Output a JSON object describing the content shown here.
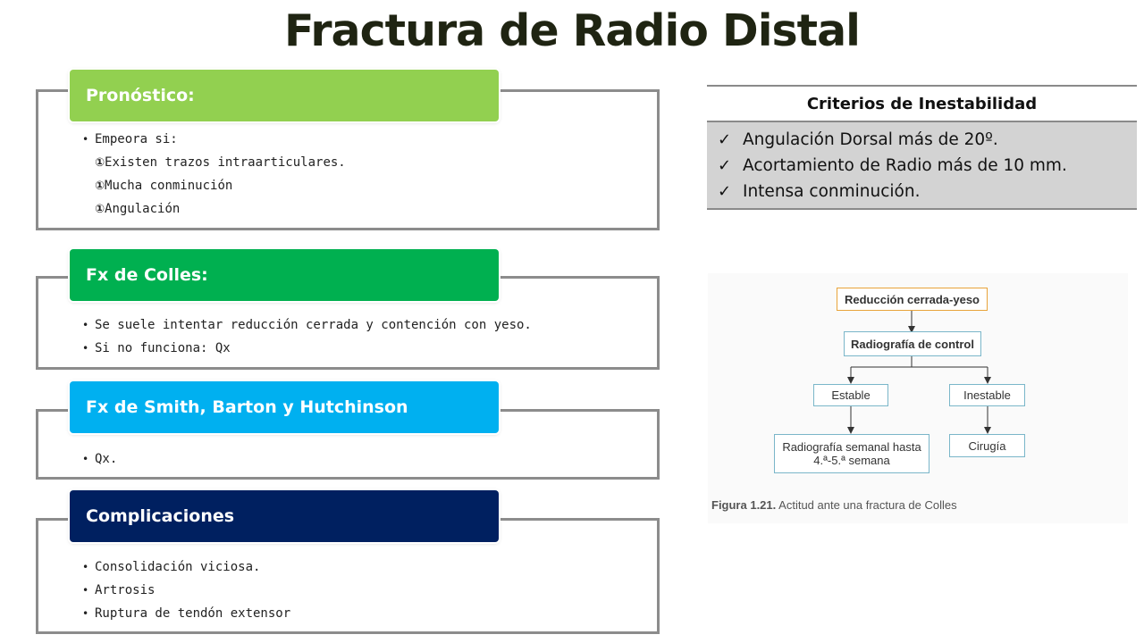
{
  "title": "Fractura de Radio Distal",
  "sections": {
    "pronostico": {
      "header": "Pronóstico:",
      "color": "#92d050",
      "bullet": "Empeora si:",
      "subitems": [
        {
          "mark": "①",
          "text": "Existen trazos intraarticulares."
        },
        {
          "mark": "①",
          "text": "Mucha conminución"
        },
        {
          "mark": "①",
          "text": "Angulación"
        }
      ]
    },
    "colles": {
      "header": "Fx de Colles:",
      "color": "#00b050",
      "items": [
        "Se suele intentar reducción cerrada y contención con yeso.",
        "Si no funciona: Qx"
      ]
    },
    "smith": {
      "header": "Fx de Smith, Barton y Hutchinson",
      "color": "#00b0f0",
      "items": [
        "Qx."
      ]
    },
    "complicaciones": {
      "header": "Complicaciones",
      "color": "#002060",
      "items": [
        "Consolidación viciosa.",
        "Artrosis",
        "Ruptura de tendón extensor"
      ]
    }
  },
  "criterios": {
    "title": "Criterios de Inestabilidad",
    "check_icon": "✓",
    "items": [
      "Angulación Dorsal más de 20º.",
      "Acortamiento de Radio más de 10 mm.",
      "Intensa conminución."
    ]
  },
  "flowchart": {
    "reduccion": "Reducción cerrada-yeso",
    "radiografia": "Radiografía de control",
    "estable": "Estable",
    "inestable": "Inestable",
    "semanal": "Radiografía semanal hasta 4.ª-5.ª semana",
    "cirugia": "Cirugía",
    "caption_label": "Figura 1.21.",
    "caption_text": "Actitud ante una fractura de Colles",
    "accent_color": "#e8a33a",
    "box_color": "#7ab6c9"
  }
}
